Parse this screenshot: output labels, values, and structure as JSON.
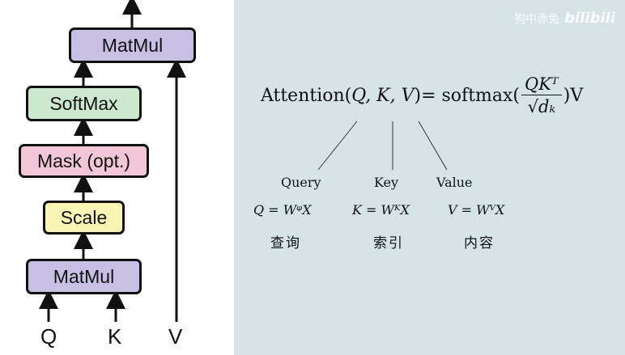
{
  "diagram": {
    "boxes": {
      "matmul_top": {
        "label": "MatMul",
        "color": "#c8bfe5"
      },
      "softmax": {
        "label": "SoftMax",
        "color": "#cce8cf"
      },
      "mask": {
        "label": "Mask (opt.)",
        "color": "#f3c6d7"
      },
      "scale": {
        "label": "Scale",
        "color": "#fbf5b5"
      },
      "matmul_bottom": {
        "label": "MatMul",
        "color": "#c8bfe5"
      }
    },
    "inputs": [
      "Q",
      "K",
      "V"
    ]
  },
  "formula": {
    "lhs": "Attention(",
    "args": "Q, K, V",
    "rhs_close": ")",
    "equals": " = softmax(",
    "numerator": "QKᵀ",
    "denominator": "√dₖ",
    "tail": ")V"
  },
  "terms": {
    "query": {
      "label": "Query",
      "equation": "Q = WᵠX",
      "chinese": "查询"
    },
    "key": {
      "label": "Key",
      "equation": "K = WᴷX",
      "chinese": "索引"
    },
    "value": {
      "label": "Value",
      "equation": "V = WⱽX",
      "chinese": "内容"
    }
  },
  "watermark": {
    "text": "狗中赤兔",
    "logo": "bilibili"
  }
}
